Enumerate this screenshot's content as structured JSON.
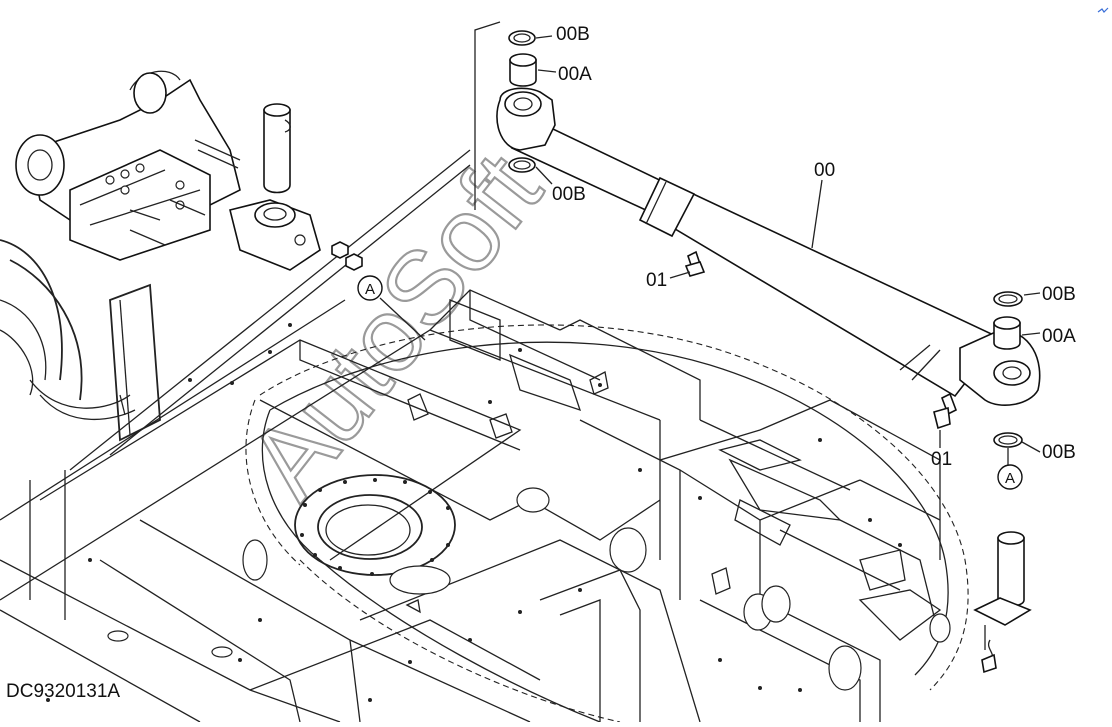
{
  "diagram": {
    "drawing_id": "DC9320131A",
    "watermark": "AutoSoft",
    "callouts": {
      "cylinder": "00",
      "seal_top": "00B",
      "bushing_top": "00A",
      "seal_top_lower": "00B",
      "seal_right_upper": "00B",
      "bushing_right": "00A",
      "seal_right_lower": "00B",
      "fitting_left": "01",
      "fitting_right": "01"
    },
    "reference_marks": {
      "left": "A",
      "right": "A"
    }
  }
}
